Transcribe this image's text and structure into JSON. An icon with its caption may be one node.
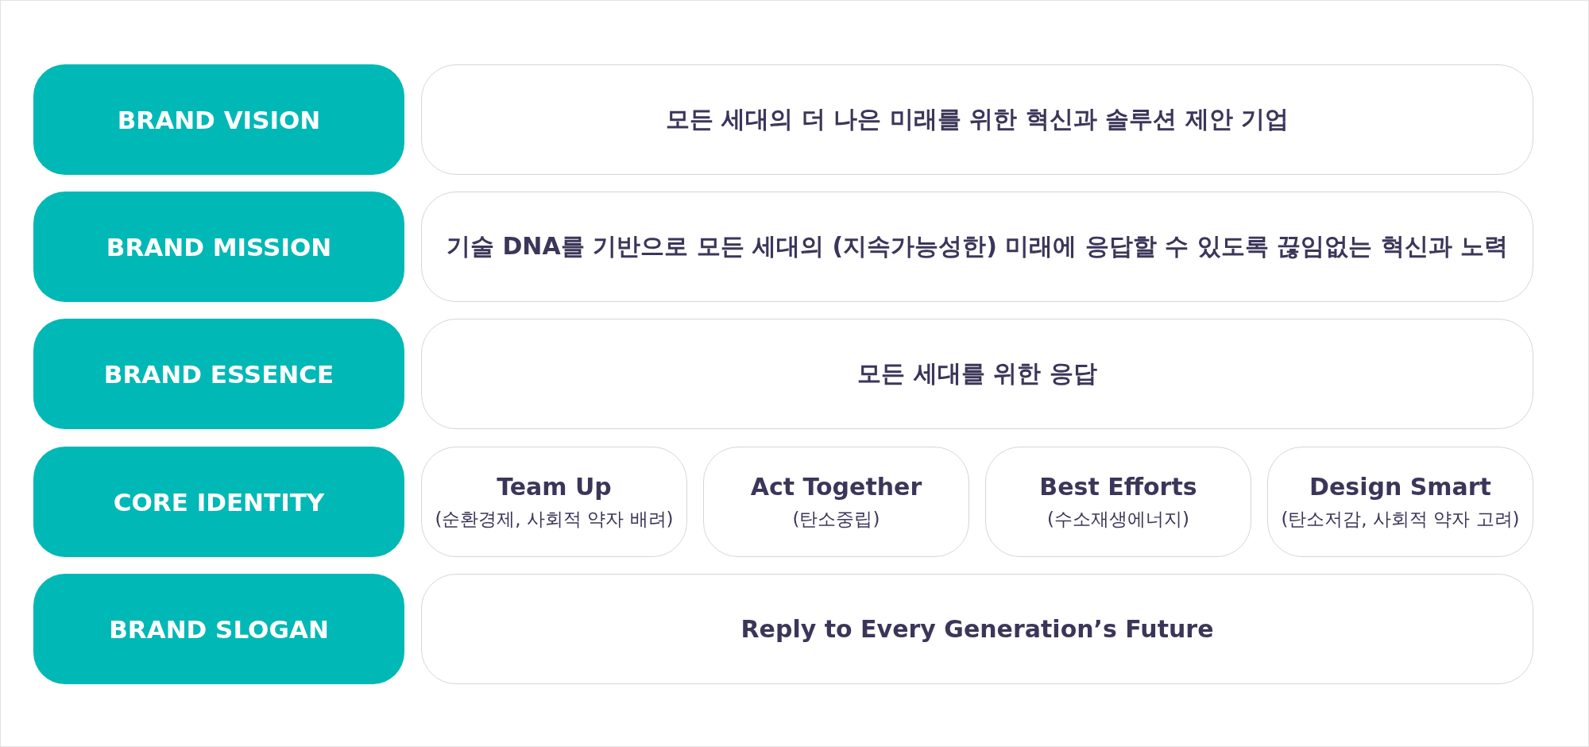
{
  "diagram": {
    "nodes": [
      {
        "text": [
          "BRAND VISION"
        ]
      },
      {
        "text": [
          "모든 세대의 더 나은 미래를 위한 혁신과 솔루션 제안 기업"
        ]
      },
      {
        "text": [
          "BRAND MISSION"
        ]
      },
      {
        "text": [
          "기술 DNA를 기반으로 모든 세대의 (지속가능성한) 미래에 응답할 수 있도록 끊임없는 혁신과 노력"
        ]
      },
      {
        "text": [
          "BRAND ESSENCE"
        ]
      },
      {
        "text": [
          "모든 세대를 위한 응답"
        ]
      },
      {
        "text": [
          "CORE IDENTITY"
        ]
      },
      {
        "text": [
          "Team Up",
          "(순환경제, 사회적 약자 배려)"
        ]
      },
      {
        "text": [
          "Act Together",
          "(탄소중립)"
        ]
      },
      {
        "text": [
          "Best Efforts",
          "(수소재생에너지)"
        ]
      },
      {
        "text": [
          "Design Smart",
          "(탄소저감, 사회적 약자 고려)"
        ]
      },
      {
        "text": [
          "BRAND SLOGAN"
        ]
      },
      {
        "text": [
          "Reply to Every Generation’s Future"
        ]
      }
    ],
    "edges": []
  }
}
